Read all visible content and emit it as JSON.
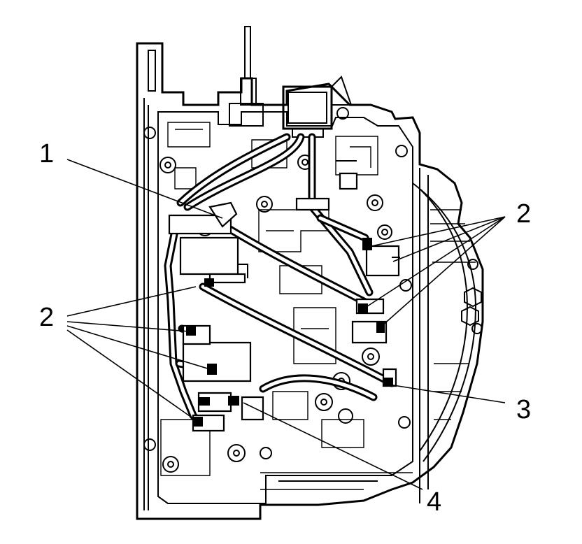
{
  "callouts": {
    "c1": "1",
    "c2_right": "2",
    "c2_left": "2",
    "c3": "3",
    "c4": "4"
  }
}
